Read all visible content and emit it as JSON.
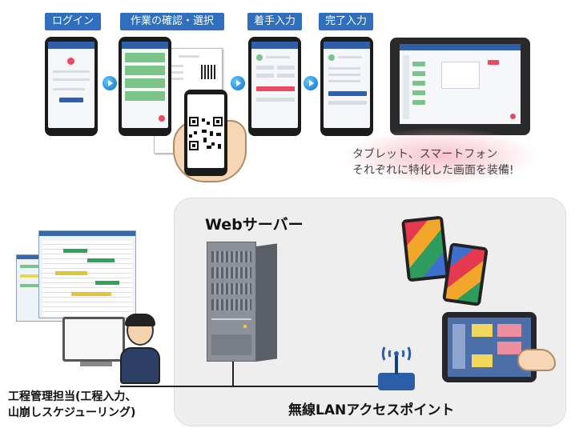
{
  "steps": [
    {
      "label": "ログイン"
    },
    {
      "label": "作業の確認・選択"
    },
    {
      "label": "着手入力"
    },
    {
      "label": "完了入力"
    }
  ],
  "caption": {
    "line1": "タブレット、スマートフォン",
    "line2": "それぞれに特化した画面を装備!"
  },
  "server": {
    "title": "Webサーバー"
  },
  "access_point": {
    "label": "無線LANアクセスポイント"
  },
  "manager": {
    "line1": "工程管理担当(工程入力、",
    "line2": "山崩しスケジューリング)"
  },
  "colors": {
    "step_bg": "#2f6fbd",
    "arrow": "#0a6fc2",
    "panel_bg": "#eeeeee",
    "caption_glow": "#f7b9c6"
  },
  "icons": [
    "arrow-right-icon",
    "qr-code-icon",
    "hand-icon",
    "wifi-icon",
    "server-icon",
    "person-icon"
  ]
}
